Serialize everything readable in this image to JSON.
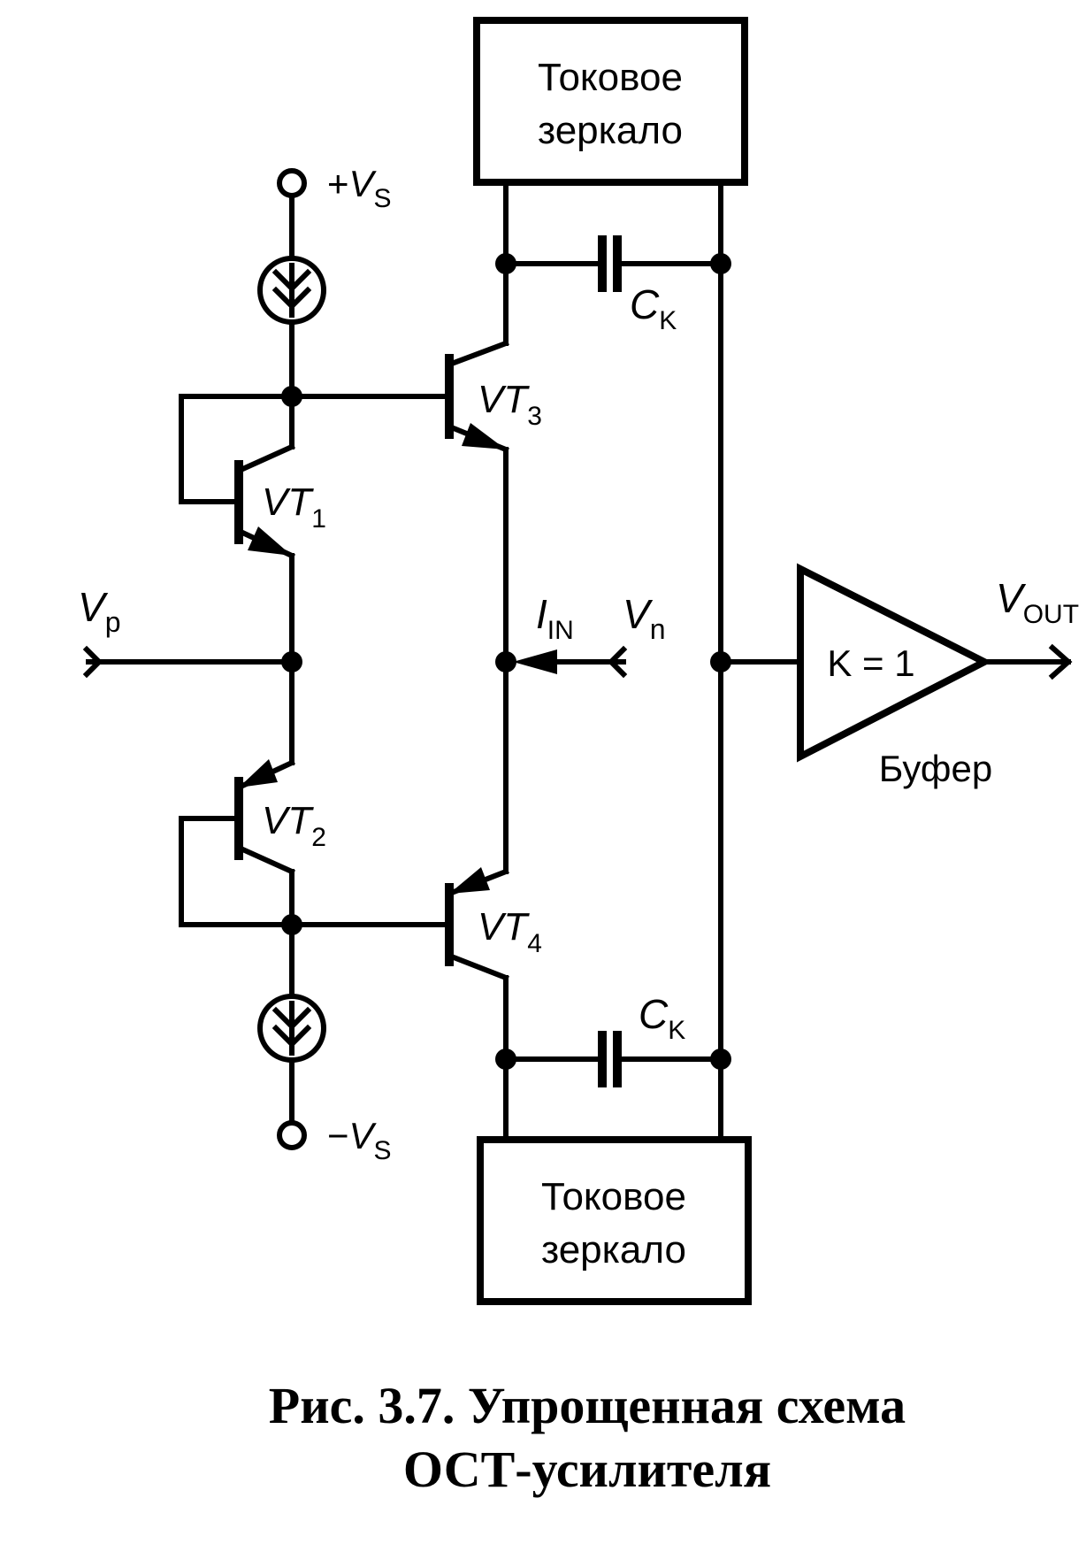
{
  "blocks": {
    "mirror_top": {
      "line1": "Токовое",
      "line2": "зеркало"
    },
    "mirror_bottom": {
      "line1": "Токовое",
      "line2": "зеркало"
    },
    "buffer": {
      "gain": "K = 1",
      "label": "Буфер"
    }
  },
  "labels": {
    "vs_plus": {
      "prefix": "+",
      "main": "V",
      "sub": "S"
    },
    "vs_minus": {
      "prefix": "−",
      "main": "V",
      "sub": "S"
    },
    "vp": {
      "main": "V",
      "sub": "p"
    },
    "vn": {
      "main": "V",
      "sub": "n"
    },
    "iin": {
      "main": "I",
      "sub": "IN"
    },
    "vout": {
      "main": "V",
      "sub": "OUT"
    },
    "ck_top": {
      "main": "C",
      "sub": "K"
    },
    "ck_bottom": {
      "main": "C",
      "sub": "K"
    },
    "vt1": {
      "main": "VT",
      "sub": "1"
    },
    "vt2": {
      "main": "VT",
      "sub": "2"
    },
    "vt3": {
      "main": "VT",
      "sub": "3"
    },
    "vt4": {
      "main": "VT",
      "sub": "4"
    }
  },
  "caption": {
    "line1": "Рис. 3.7. Упрощенная схема",
    "line2": "ОСТ-усилителя"
  }
}
